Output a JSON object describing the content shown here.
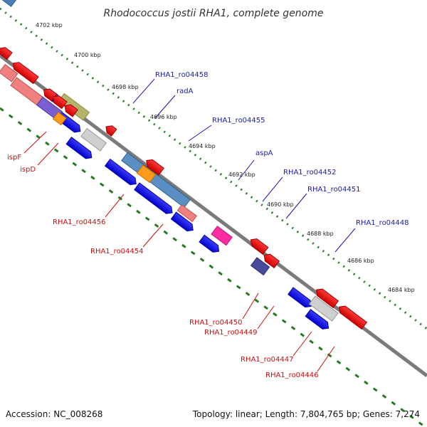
{
  "title": "Rhodococcus jostii RHA1, complete genome",
  "accession": "Accession: NC_008268",
  "topology": "Topology: linear; Length: 7,804,765 bp; Genes: 7,274",
  "ticks": [
    "4702 kbp",
    "4700 kbp",
    "4698 kbp",
    "4696 kbp",
    "4694 kbp",
    "4692 kbp",
    "4690 kbp",
    "4688 kbp",
    "4686 kbp",
    "4684 kbp"
  ],
  "forward_labels": [
    "RHA1_ro04458",
    "radA",
    "RHA1_ro04455",
    "aspA",
    "RHA1_ro04452",
    "RHA1_ro04451",
    "RHA1_ro04448"
  ],
  "reverse_labels": [
    "ispF",
    "ispD",
    "RHA1_ro04456",
    "RHA1_ro04454",
    "RHA1_ro04450",
    "RHA1_ro04449",
    "RHA1_ro04447",
    "RHA1_ro04446"
  ],
  "colors": {
    "backbone": "#777777",
    "ruler": "#1f7f1f",
    "forward_gene": "#0000ee",
    "reverse_gene": "#ee0000",
    "label_forward": "#1a1aa8",
    "label_reverse": "#c80f0f"
  }
}
